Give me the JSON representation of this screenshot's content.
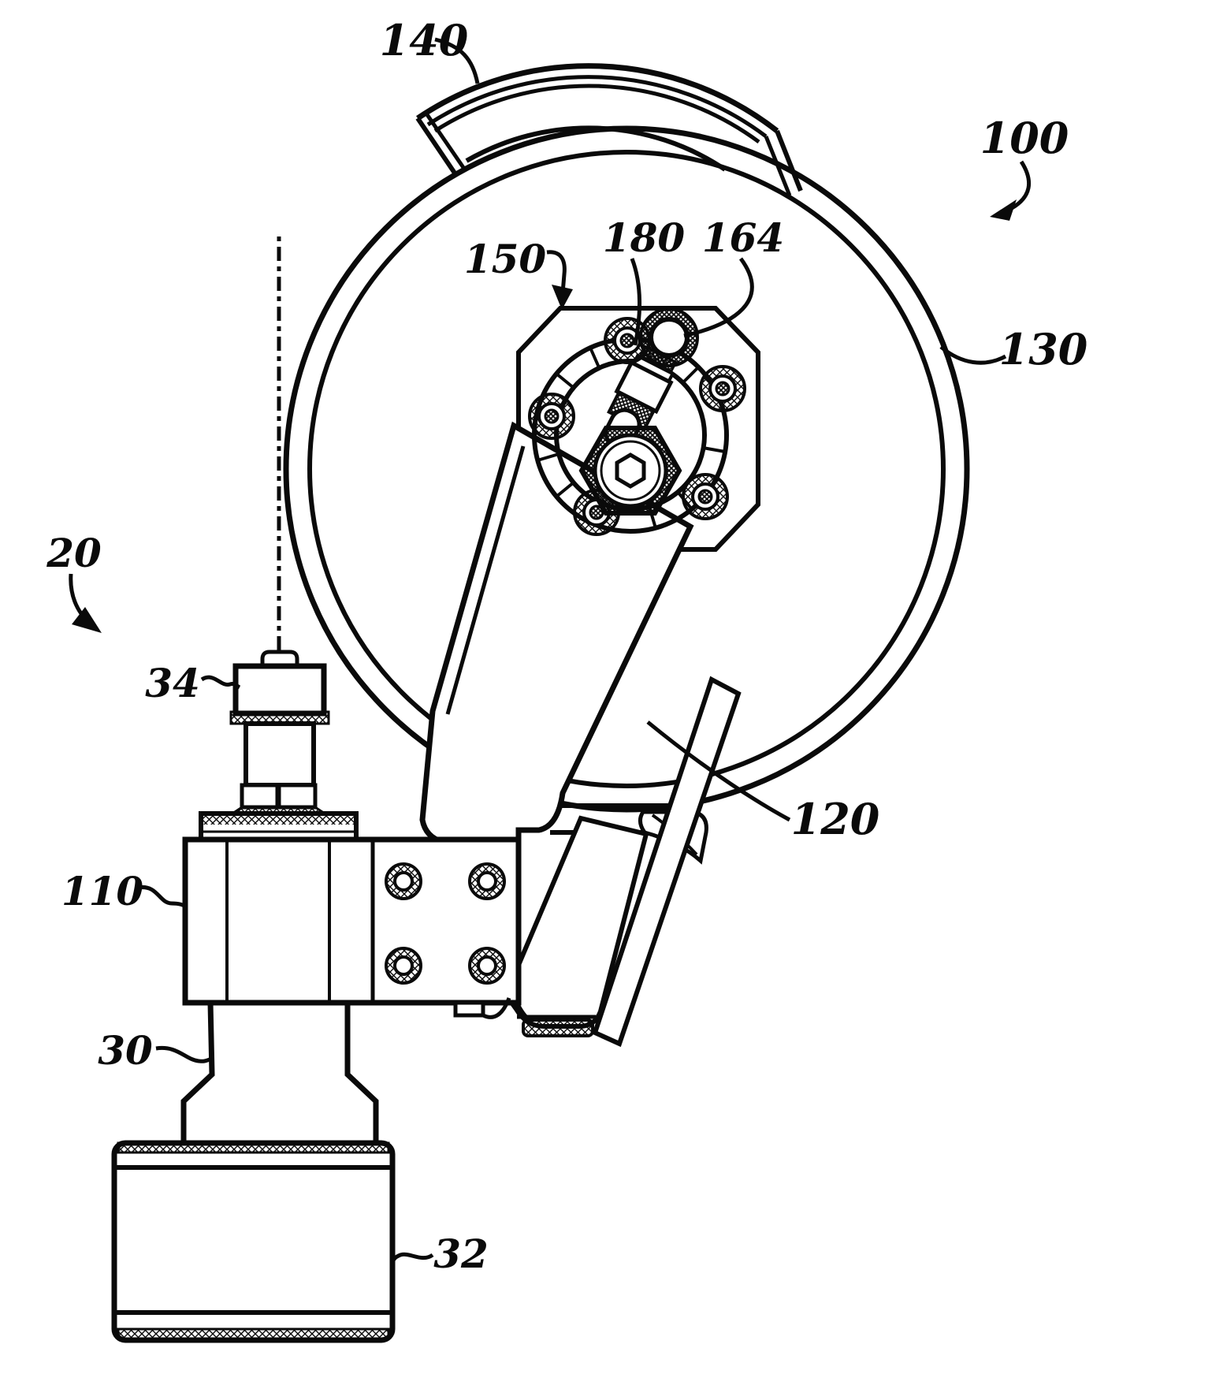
{
  "figure": {
    "kind": "patent line drawing",
    "paper_color": "#ffffff",
    "ink_color": "#0a0a0a"
  },
  "labels": {
    "n20": {
      "text": "20"
    },
    "n30": {
      "text": "30"
    },
    "n32": {
      "text": "32"
    },
    "n34": {
      "text": "34"
    },
    "n100": {
      "text": "100"
    },
    "n110": {
      "text": "110"
    },
    "n120": {
      "text": "120"
    },
    "n130": {
      "text": "130"
    },
    "n140": {
      "text": "140"
    },
    "n150": {
      "text": "150"
    },
    "n164": {
      "text": "164"
    },
    "n180": {
      "text": "180"
    }
  }
}
